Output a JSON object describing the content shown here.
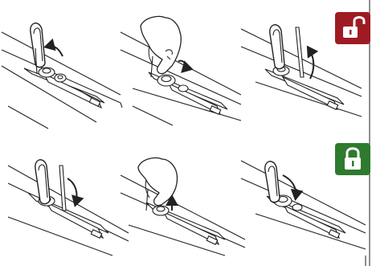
{
  "instructions": {
    "unlock_sequence": {
      "state": "unlocked",
      "badge_color": "#9e1b24",
      "badge_icon": "unlocked-padlock-icon",
      "steps": [
        {
          "action": "raise-latch-arm",
          "arrow": "curved-up-left"
        },
        {
          "action": "rotate-knob-by-hand",
          "arrow": "rotation"
        },
        {
          "action": "lift-release-bar",
          "arrow": "curved-up-right"
        }
      ]
    },
    "lock_sequence": {
      "state": "locked",
      "badge_color": "#2e7a2e",
      "badge_icon": "locked-padlock-icon",
      "steps": [
        {
          "action": "lower-release-bar",
          "arrow": "curved-down-right"
        },
        {
          "action": "rotate-knob-by-hand",
          "arrow": "up-down"
        },
        {
          "action": "lower-latch-arm",
          "arrow": "curved-down-right"
        }
      ]
    }
  }
}
